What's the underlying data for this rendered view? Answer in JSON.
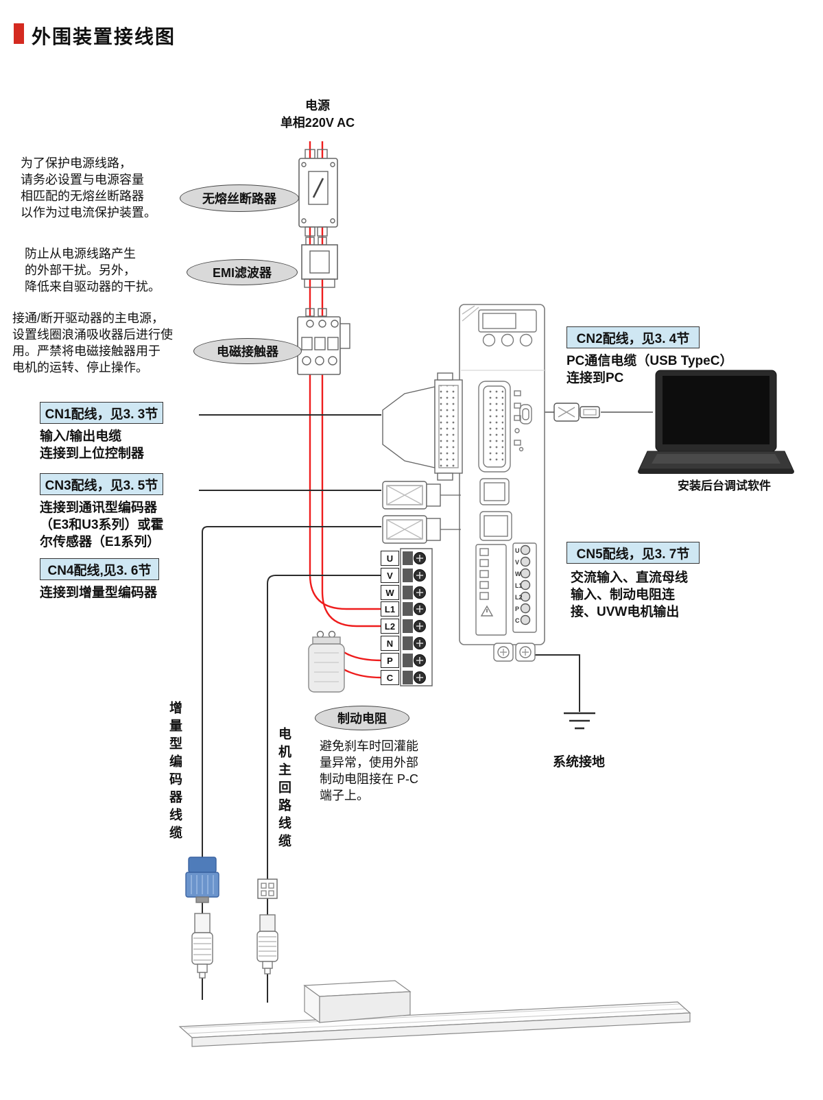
{
  "page": {
    "title": "外围装置接线图"
  },
  "power": {
    "label": "电源\n单相220V AC"
  },
  "notes": {
    "breaker": "为了保护电源线路，\n请务必设置与电源容量\n相匹配的无熔丝断路器\n以作为过电流保护装置。",
    "emi": "防止从电源线路产生\n的外部干扰。另外，\n降低来自驱动器的干扰。",
    "contactor": "接通/断开驱动器的主电源，\n设置线圈浪涌吸收器后进行使\n用。严禁将电磁接触器用于\n电机的运转、停止操作。",
    "brake": "避免刹车时回灌能\n量异常，使用外部\n制动电阻接在 P-C\n端子上。"
  },
  "ellipses": {
    "breaker": "无熔丝断路器",
    "emi": "EMI滤波器",
    "contactor": "电磁接触器",
    "brake": "制动电阻"
  },
  "cn": {
    "cn1": {
      "label": "CN1配线，见3. 3节",
      "desc": "输入/输出电缆\n连接到上位控制器"
    },
    "cn3": {
      "label": "CN3配线，见3. 5节",
      "desc": "连接到通讯型编码器\n（E3和U3系列）或霍\n尔传感器（E1系列）"
    },
    "cn4": {
      "label": "CN4配线,见3. 6节",
      "desc": "连接到增量型编码器"
    },
    "cn2": {
      "label": "CN2配线，见3. 4节",
      "desc": "PC通信电缆（USB TypeC）\n连接到PC"
    },
    "cn5": {
      "label": "CN5配线，见3. 7节",
      "desc": "交流输入、直流母线\n输入、制动电阻连\n接、UVW电机输出"
    }
  },
  "terminals": [
    "U",
    "V",
    "W",
    "L1",
    "L2",
    "N",
    "P",
    "C"
  ],
  "drive": {
    "panel_terminals": "U\nV\nW\nL1\nL2\nP\nC"
  },
  "cables": {
    "encoder": "增量型编码器线缆",
    "motor": "电机主回路线缆"
  },
  "ground": {
    "label": "系统接地"
  },
  "laptop": {
    "caption": "安装后台调试软件"
  },
  "colors": {
    "accent_red": "#d42a20",
    "wire_red": "#ee1c1c",
    "cn_box_bg": "#cfe7f3",
    "cn_box_border": "#333333",
    "ellipse_bg": "#d9d9d9",
    "connector_blue": "#4f7cba"
  }
}
